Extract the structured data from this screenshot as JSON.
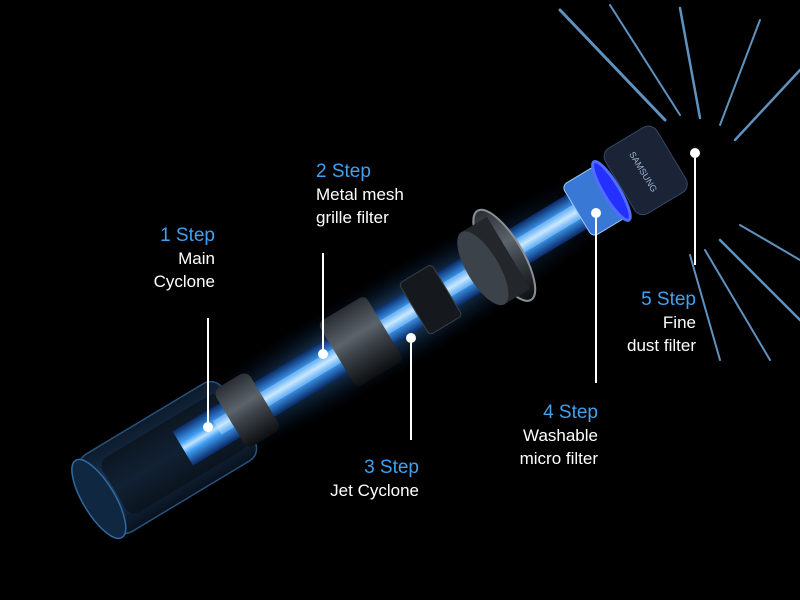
{
  "colors": {
    "step": "#3ea2f2",
    "text": "#ffffff",
    "background": "#000000",
    "accent_ring": "#2330ff"
  },
  "brand": "SAMSUNG",
  "steps": [
    {
      "step": "1 Step",
      "line1": "Main",
      "line2": "Cyclone"
    },
    {
      "step": "2 Step",
      "line1": "Metal mesh",
      "line2": "grille filter"
    },
    {
      "step": "3 Step",
      "line1": "Jet Cyclone",
      "line2": ""
    },
    {
      "step": "4 Step",
      "line1": "Washable",
      "line2": "micro filter"
    },
    {
      "step": "5 Step",
      "line1": "Fine",
      "line2": "dust filter"
    }
  ]
}
